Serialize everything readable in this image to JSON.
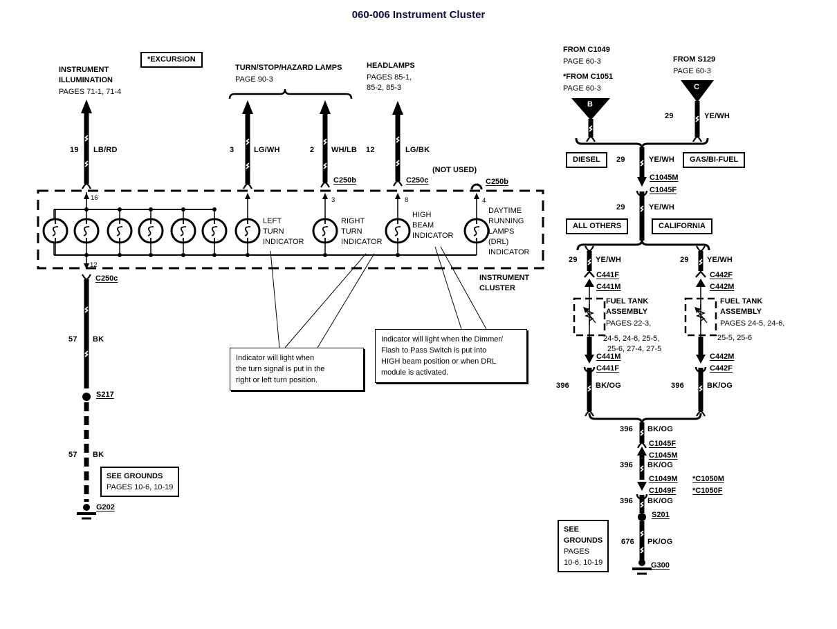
{
  "title": "060-006 Instrument Cluster",
  "colors": {
    "ink": "#000000",
    "title_ink": "#0b0b3b",
    "background": "#ffffff"
  },
  "top_left": {
    "illumination_title": "INSTRUMENT\nILLUMINATION",
    "illumination_pages": "PAGES 71-1, 71-4",
    "excursion_tag": "*EXCURSION",
    "wire_illum_num": "19",
    "wire_illum_color": "LB/RD",
    "turnstop_title": "TURN/STOP/HAZARD LAMPS",
    "turnstop_pages": "PAGE 90-3",
    "wire_turnL_num": "3",
    "wire_turnL_color": "LG/WH",
    "wire_turnR_num": "2",
    "wire_turnR_color": "WH/LB",
    "headlamps_title": "HEADLAMPS",
    "headlamps_pages": "PAGES 85-1,\n85-2, 85-3",
    "wire_head_num": "12",
    "wire_head_color": "LG/BK",
    "not_used": "(NOT USED)",
    "conn_c250b_1": "C250b",
    "pin_3": "3",
    "conn_c250c_1": "C250c",
    "pin_8": "8",
    "conn_c250b_2": "C250b",
    "pin_4": "4",
    "pin_16": "16",
    "pin_12": "12"
  },
  "cluster": {
    "left_turn": "LEFT\nTURN\nINDICATOR",
    "right_turn": "RIGHT\nTURN\nINDICATOR",
    "high_beam": "HIGH\nBEAM\nINDICATOR",
    "drl": "DAYTIME\nRUNNING\nLAMPS\n(DRL)\nINDICATOR",
    "name": "INSTRUMENT\nCLUSTER"
  },
  "left_ground": {
    "conn": "C250c",
    "wire1_num": "57",
    "wire1_color": "BK",
    "splice": "S217",
    "wire2_num": "57",
    "wire2_color": "BK",
    "see_grounds_1": "SEE GROUNDS",
    "see_grounds_2": "PAGES 10-6, 10-19",
    "ground": "G202"
  },
  "callouts": {
    "turn": "Indicator will light when\nthe turn signal is put in the\nright or left turn position.",
    "highbeam": "Indicator will light when the Dimmer/\nFlash to Pass Switch is put into\nHIGH beam position or when DRL\nmodule is activated."
  },
  "right": {
    "from_b_1": "FROM C1049",
    "from_b_1_page": "PAGE 60-3",
    "from_b_2": "*FROM C1051",
    "from_b_2_page": "PAGE 60-3",
    "tag_b": "B",
    "from_c": "FROM S129",
    "from_c_page": "PAGE 60-3",
    "tag_c": "C",
    "wire_c_num": "29",
    "wire_c_color": "YE/WH",
    "diesel": "DIESEL",
    "gas": "GAS/BI-FUEL",
    "wire1_num": "29",
    "wire1_color": "YE/WH",
    "conn1_a": "C1045M",
    "conn1_b": "C1045F",
    "wire2_num": "29",
    "wire2_color": "YE/WH",
    "all_others": "ALL OTHERS",
    "california": "CALIFORNIA",
    "branch_left": {
      "wire_top_num": "29",
      "wire_top_color": "YE/WH",
      "conn_top_a": "C441F",
      "conn_top_b": "C441M",
      "tank_title": "FUEL TANK\nASSEMBLY",
      "tank_pages_1": "PAGES 22-3,",
      "tank_pages_2": "24-5, 24-6, 25-5,",
      "tank_pages_3": "25-6, 27-4, 27-5",
      "conn_bot_a": "C441M",
      "conn_bot_b": "C441F",
      "wire_bot_num": "396",
      "wire_bot_color": "BK/OG"
    },
    "branch_right": {
      "wire_top_num": "29",
      "wire_top_color": "YE/WH",
      "conn_top_a": "C442F",
      "conn_top_b": "C442M",
      "tank_title": "FUEL TANK\nASSEMBLY",
      "tank_pages_1": "PAGES 24-5, 24-6,",
      "tank_pages_2": "25-5, 25-6",
      "conn_bot_a": "C442M",
      "conn_bot_b": "C442F",
      "wire_bot_num": "396",
      "wire_bot_color": "BK/OG"
    },
    "chain": {
      "w1_num": "396",
      "w1_color": "BK/OG",
      "c1_a": "C1045F",
      "c1_b": "C1045M",
      "w2_num": "396",
      "w2_color": "BK/OG",
      "c2_a": "C1049M",
      "c2_a2": "*C1050M",
      "c2_b": "C1049F",
      "c2_b2": "*C1050F",
      "w3_num": "396",
      "w3_color": "BK/OG",
      "splice": "S201",
      "w4_num": "676",
      "w4_color": "PK/OG",
      "ground": "G300"
    },
    "see_grounds": [
      "SEE",
      "GROUNDS",
      "PAGES",
      "10-6, 10-19"
    ]
  }
}
